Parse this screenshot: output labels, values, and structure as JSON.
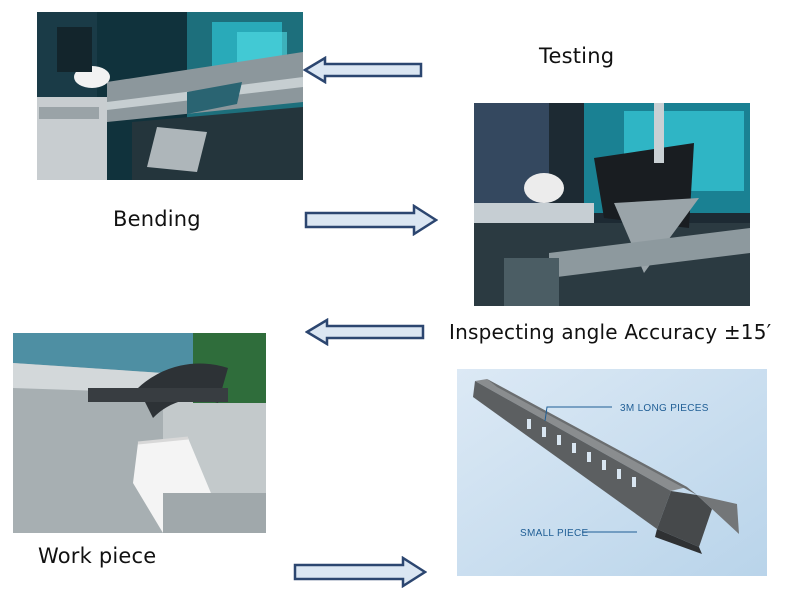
{
  "steps": {
    "testing": "Testing",
    "bending": "Bending",
    "inspecting": "Inspecting angle Accuracy ±15′",
    "work_piece": "Work piece"
  },
  "product_callouts": {
    "long_pieces": "3M LONG PIECES",
    "small_piece": "SMALL PIECE"
  },
  "colors": {
    "arrow_fill": "#dbe6f2",
    "arrow_stroke": "#2c4670",
    "machine_teal": "#1bb6c9",
    "product_bg": "#cfe3f3",
    "callout_text": "#1f5e95"
  }
}
